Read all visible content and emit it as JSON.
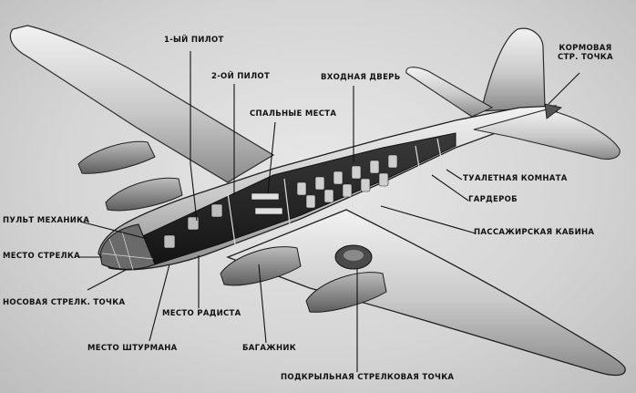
{
  "labels": {
    "pilot1": "1-ый пилот",
    "pilot2": "2-ой пилот",
    "entrance_door": "входная дверь",
    "sleeping_berths": "спальные места",
    "tail_gun_line1": "кормовая",
    "tail_gun_line2": "стр. точка",
    "toilet": "туалетная комната",
    "wardrobe": "гардероб",
    "passenger_cabin": "пассажирская кабина",
    "engineer_panel": "пульт механика",
    "gunner_seat": "место стрелка",
    "nose_gun": "носовая стрелк. точка",
    "radio_operator": "место радиста",
    "navigator": "место штурмана",
    "baggage": "багажник",
    "underwing_gun": "подкрыльная стрелковая точка"
  }
}
